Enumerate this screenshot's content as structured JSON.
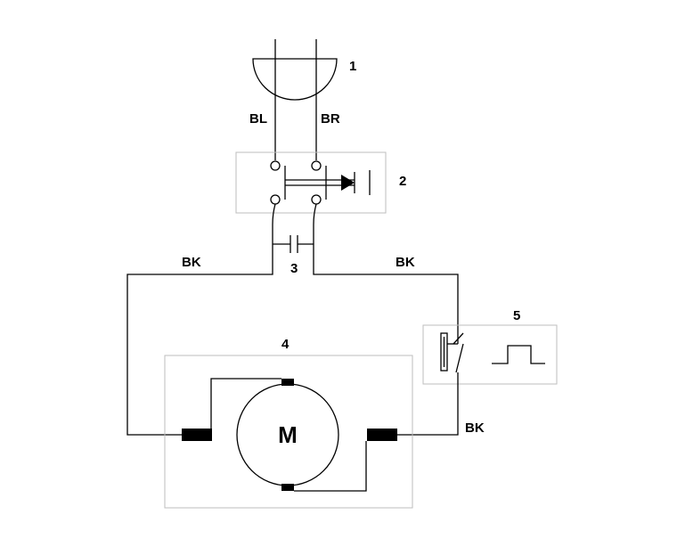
{
  "diagram": {
    "components": [
      {
        "id": "1",
        "label": "1"
      },
      {
        "id": "2",
        "label": "2"
      },
      {
        "id": "3",
        "label": "3"
      },
      {
        "id": "4",
        "label": "4"
      },
      {
        "id": "5",
        "label": "5"
      }
    ],
    "wire_labels": {
      "bl": "BL",
      "br": "BR",
      "bk_left": "BK",
      "bk_right": "BK",
      "bk_bottom": "BK"
    },
    "motor_symbol": "M"
  }
}
